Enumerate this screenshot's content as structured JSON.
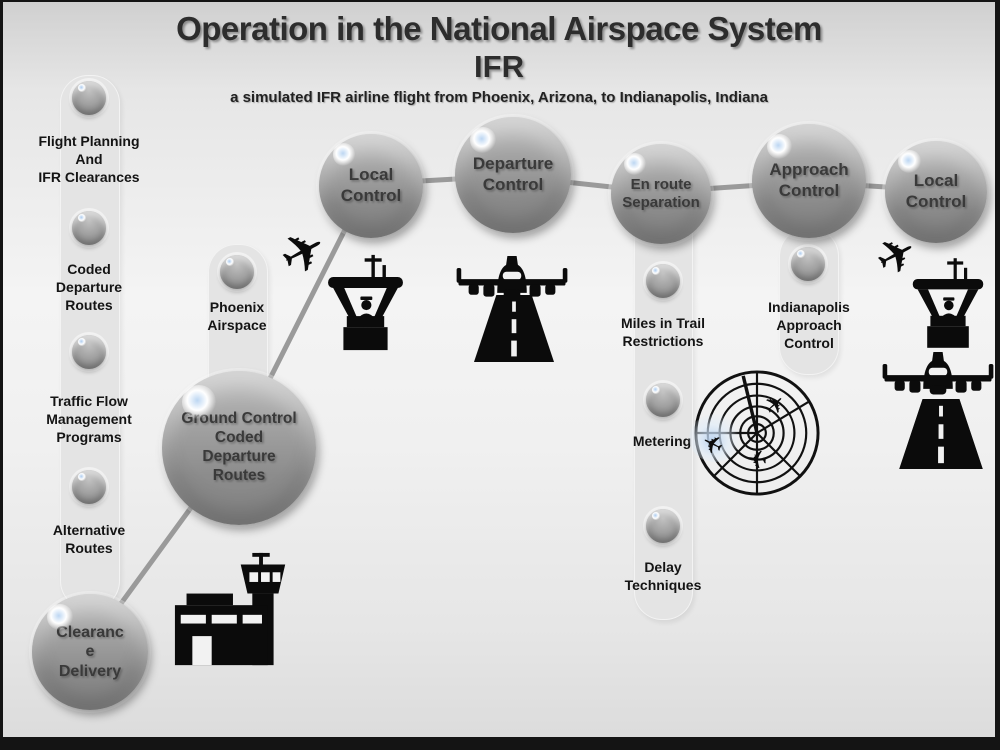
{
  "header": {
    "title": "Operation in the National Airspace System",
    "title_line2": "IFR",
    "subtitle": "a simulated IFR airline flight from Phoenix, Arizona, to Indianapolis, Indiana"
  },
  "phases": {
    "clearance_delivery": "Clearanc\ne\nDelivery",
    "ground_control": "Ground Control\nCoded\nDeparture\nRoutes",
    "local_control_phoenix": "Local\nControl",
    "departure_control": "Departure\nControl",
    "enroute_separation": "En route\nSeparation",
    "approach_control": "Approach\nControl",
    "local_control_indianapolis": "Local\nControl"
  },
  "rail_steps": {
    "flight_planning": "Flight Planning\nAnd\nIFR Clearances",
    "coded_departure_routes": "Coded\nDeparture\nRoutes",
    "traffic_flow": "Traffic Flow\nManagement\nPrograms",
    "alternative_routes": "Alternative\nRoutes",
    "phoenix_airspace": "Phoenix\nAirspace",
    "miles_in_trail": "Miles in Trail\nRestrictions",
    "metering": "Metering",
    "delay_techniques": "Delay\nTechniques",
    "indianapolis_approach": "Indianapolis\nApproach\nControl"
  },
  "icons": {
    "airplane_glyph": "✈"
  },
  "colors": {
    "connector": "#9a9a9a",
    "icon_black": "#0b0b0b",
    "node_gray": "#8f8f8f",
    "track_gray": "#e4e4e4",
    "background_light": "#f4f4f4",
    "frame_black": "#141414"
  }
}
